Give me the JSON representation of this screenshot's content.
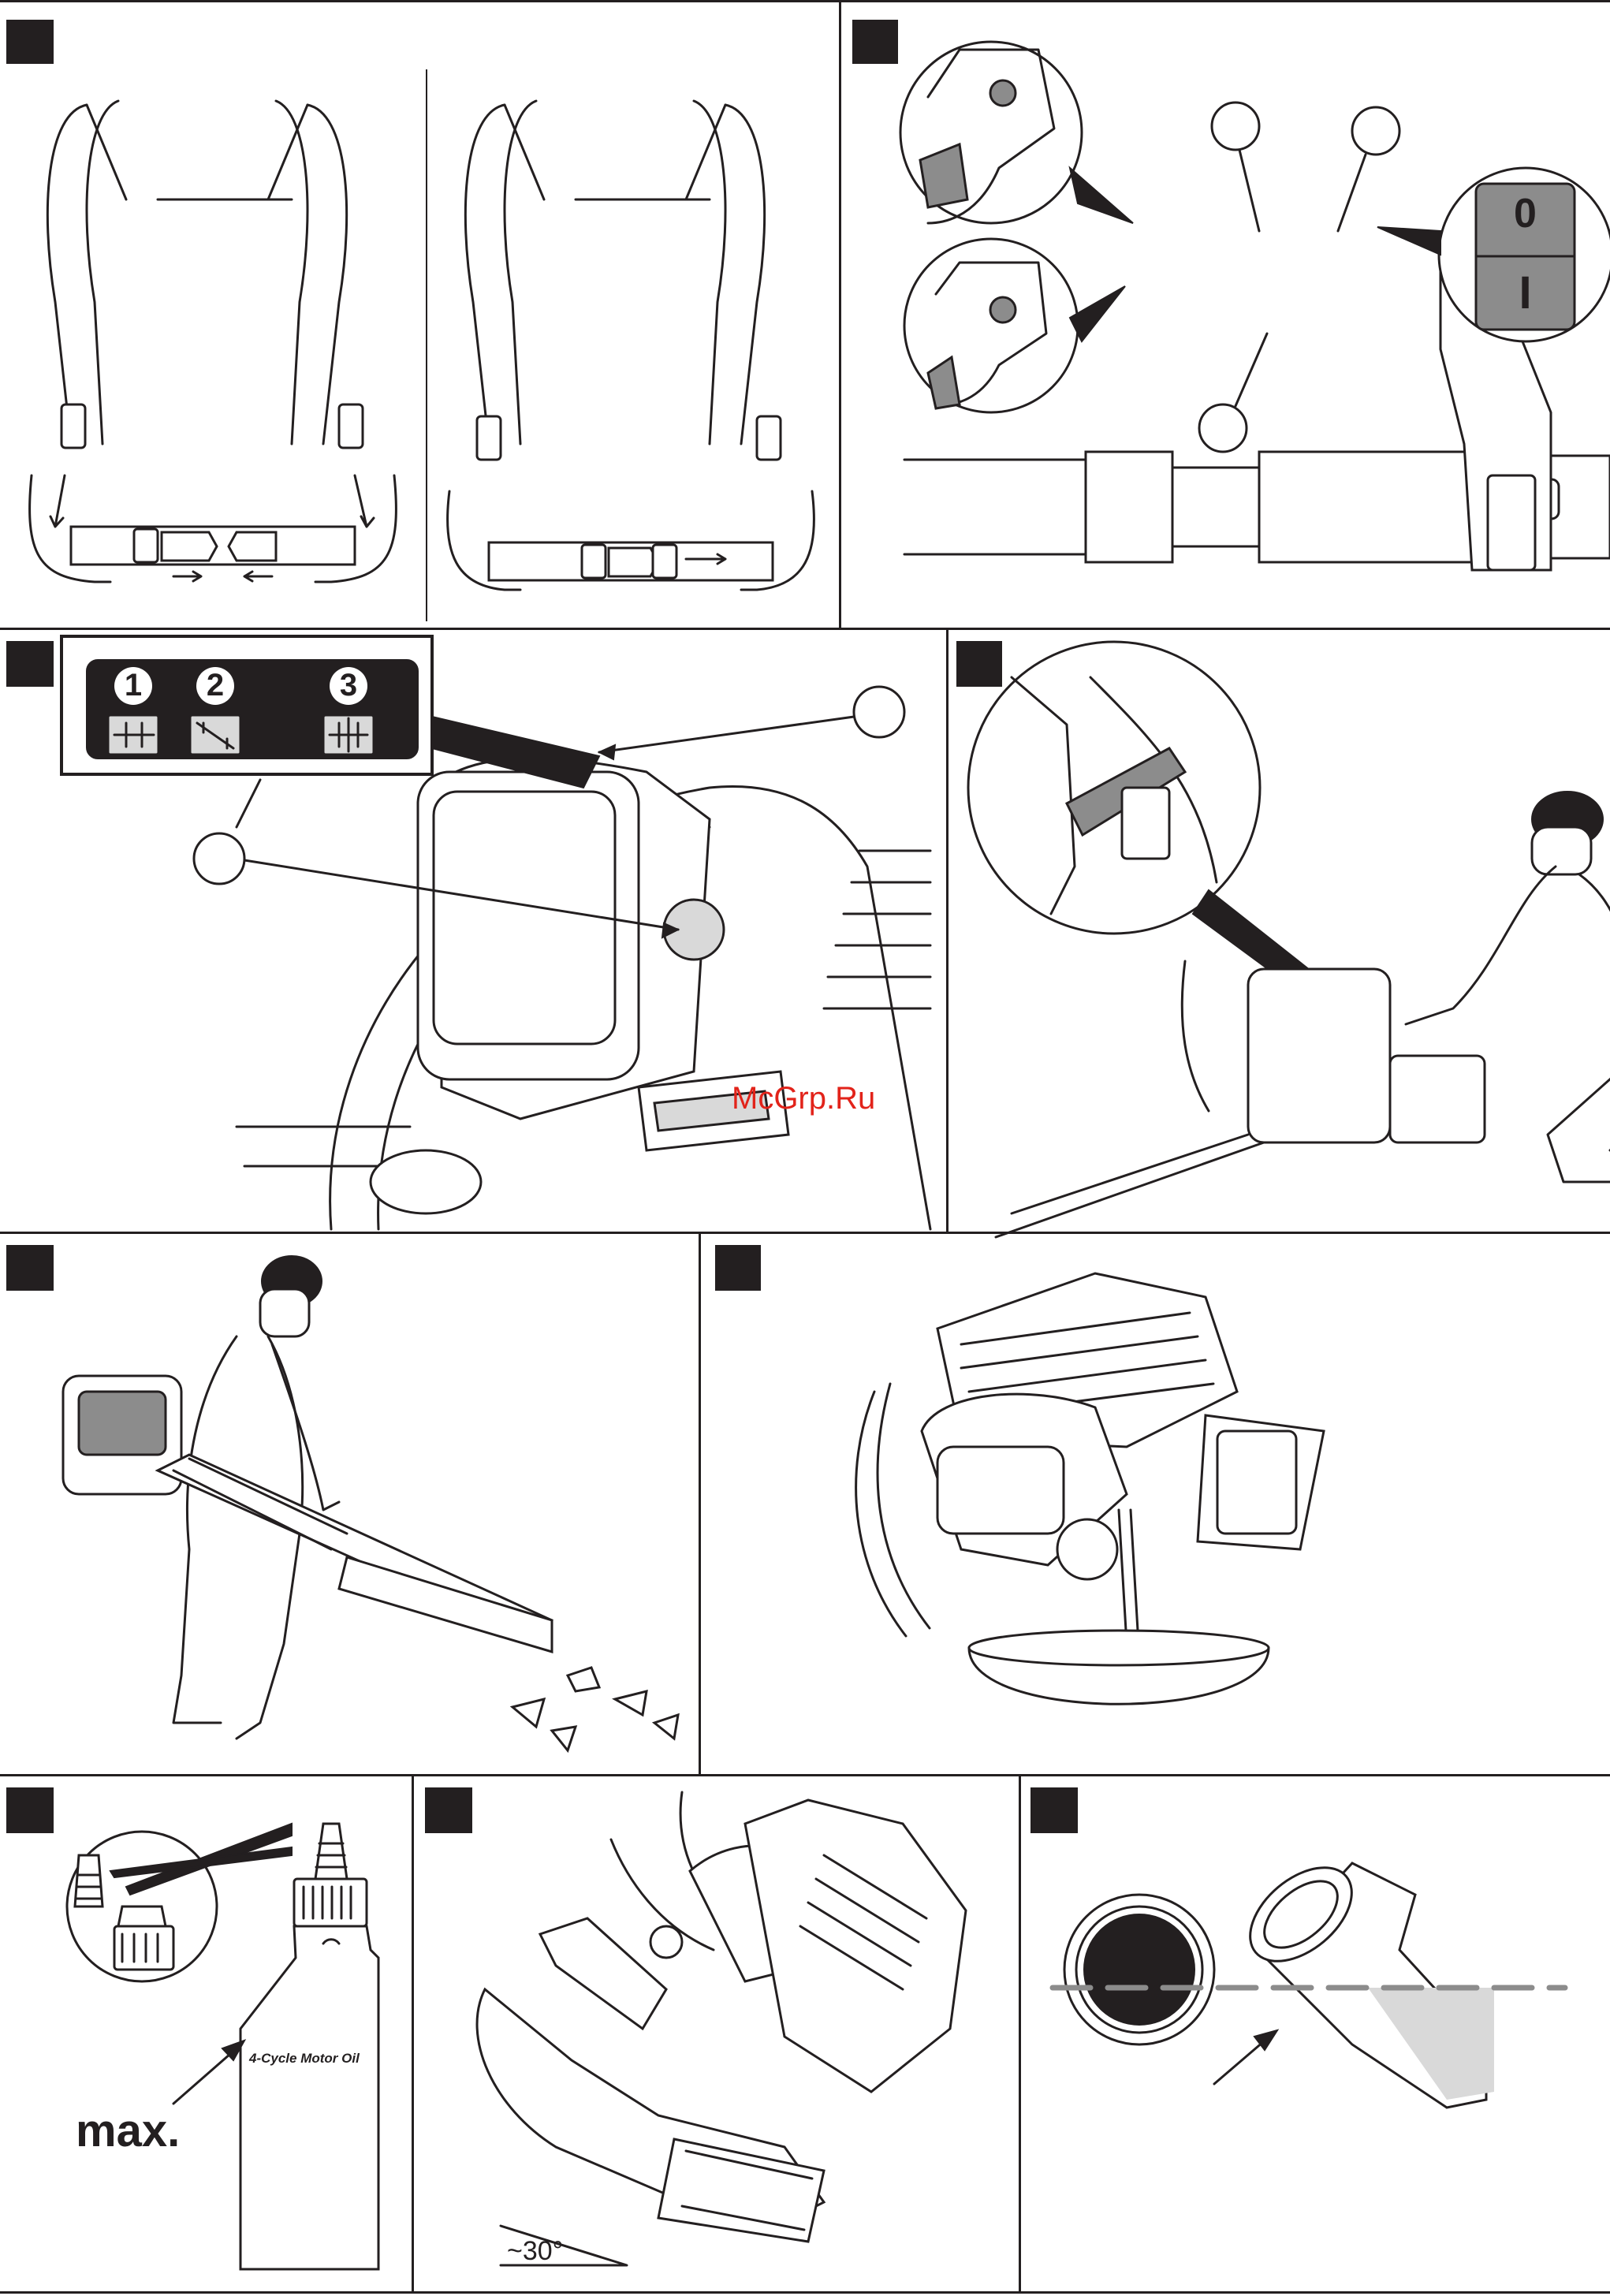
{
  "switch_symbols": {
    "off": "0",
    "on": "I"
  },
  "mode_panel": {
    "numbers": [
      "1",
      "2",
      "3"
    ]
  },
  "watermark": "McGrp.Ru",
  "oil_bottle": {
    "label": "4-Cycle Motor Oil",
    "max_text": "max."
  },
  "tilt_angle": "~30°",
  "colors": {
    "ink": "#231f20",
    "panel_fill": "#231f20",
    "switch_gray": "#8c8c8c",
    "watermark": "#e2231a"
  }
}
